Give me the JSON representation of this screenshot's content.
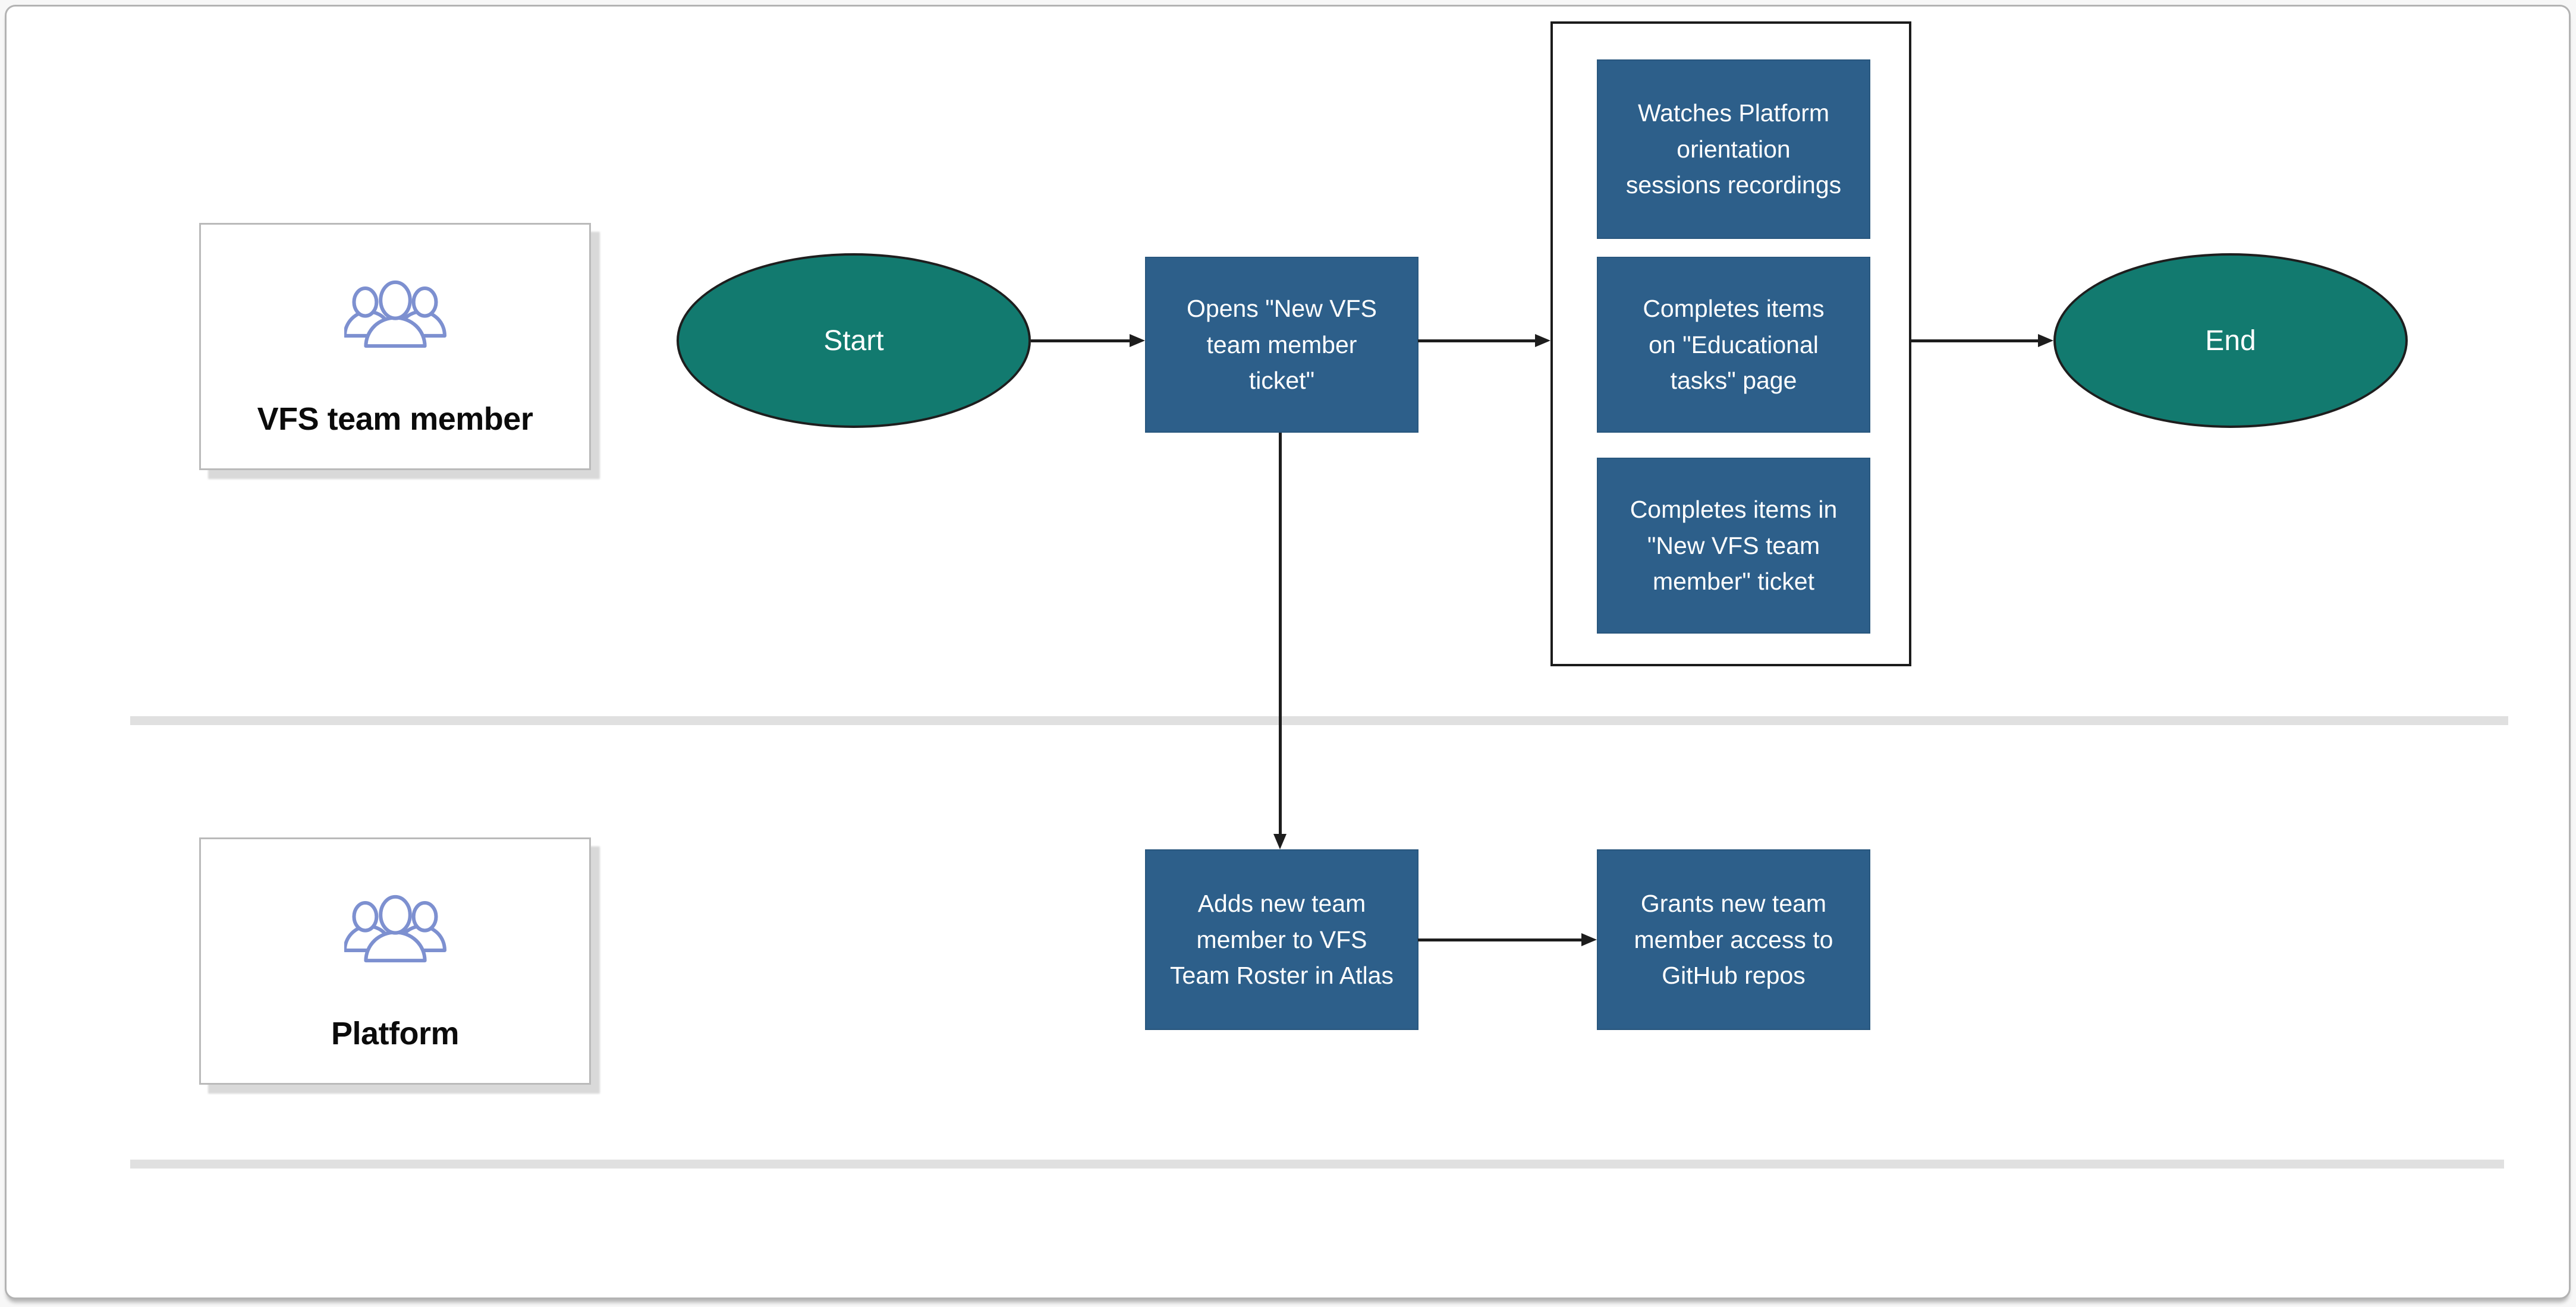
{
  "diagram": {
    "title_implicit": "New VFS team member onboarding flow",
    "colors": {
      "terminal_fill": "#127a6f",
      "process_fill": "#2d5f8a",
      "icon_stroke": "#7d90d0",
      "lane_divider": "#e0e0e0",
      "arrow": "#1d1d1d",
      "canvas_border": "#b3b3b3"
    },
    "lanes": [
      {
        "actor": {
          "label": "VFS team member",
          "icon": "people-group-icon"
        }
      },
      {
        "actor": {
          "label": "Platform",
          "icon": "people-group-icon"
        }
      }
    ],
    "nodes": {
      "start": {
        "shape": "ellipse",
        "label": "Start"
      },
      "end": {
        "shape": "ellipse",
        "label": "End"
      },
      "opens_ticket": {
        "shape": "process",
        "label": "Opens \"New VFS\nteam member\nticket\""
      },
      "watches_recordings": {
        "shape": "process",
        "label": "Watches Platform\norientation\nsessions recordings"
      },
      "educational_tasks": {
        "shape": "process",
        "label": "Completes items\non \"Educational\ntasks\" page"
      },
      "ticket_items": {
        "shape": "process",
        "label": "Completes items in\n\"New VFS team\nmember\" ticket"
      },
      "adds_roster": {
        "shape": "process",
        "label": "Adds new team\nmember to VFS\nTeam Roster in Atlas"
      },
      "grants_github": {
        "shape": "process",
        "label": "Grants new team\nmember access to\nGitHub repos"
      }
    },
    "edges": [
      {
        "from": "start",
        "to": "opens_ticket"
      },
      {
        "from": "opens_ticket",
        "to": "task_group"
      },
      {
        "from": "task_group",
        "to": "end"
      },
      {
        "from": "opens_ticket",
        "to": "adds_roster"
      },
      {
        "from": "adds_roster",
        "to": "grants_github"
      }
    ]
  }
}
